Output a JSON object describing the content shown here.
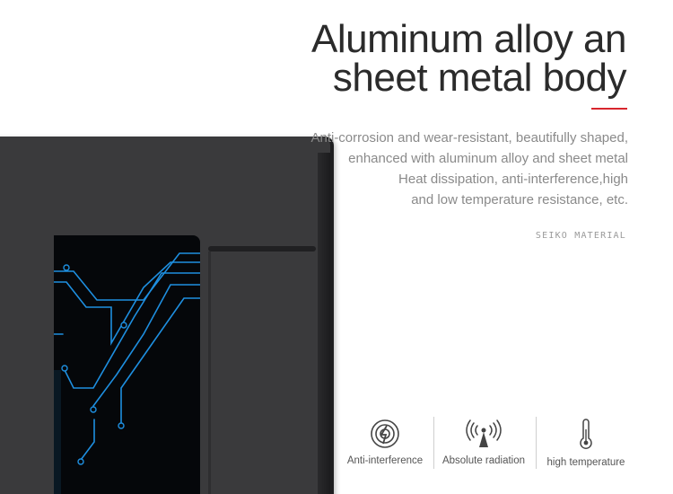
{
  "headline": {
    "line1": "Aluminum alloy an",
    "line2": "sheet metal body"
  },
  "accent_color": "#d8262d",
  "description": {
    "lines": [
      "Anti-corrosion and wear-resistant, beautifully shaped,",
      "enhanced with aluminum alloy and sheet metal",
      "Heat dissipation, anti-interference,high",
      "and low temperature resistance, etc."
    ]
  },
  "brand": "SEIKO MATERIAL",
  "features": [
    {
      "label": "Anti-interference",
      "icon": "anti-interference-icon"
    },
    {
      "label": "Absolute radiation",
      "icon": "radiation-signal-icon"
    },
    {
      "label": "high temperature",
      "icon": "thermometer-icon"
    }
  ]
}
